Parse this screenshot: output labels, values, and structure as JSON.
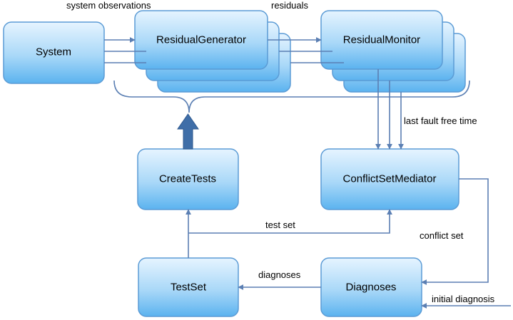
{
  "nodes": {
    "system": "System",
    "residual_generator": "ResidualGenerator",
    "residual_monitor": "ResidualMonitor",
    "create_tests": "CreateTests",
    "conflict_set_mediator": "ConflictSetMediator",
    "test_set": "TestSet",
    "diagnoses": "Diagnoses"
  },
  "edges": {
    "system_observations": "system observations",
    "residuals": "residuals",
    "last_fault_free_time": "last fault free time",
    "test_set": "test set",
    "conflict_set": "conflict set",
    "diagnoses": "diagnoses",
    "initial_diagnosis": "initial diagnosis"
  },
  "colors": {
    "box_top": "#e6f4ff",
    "box_bottom": "#5bb3ef",
    "box_border": "#5b9bd5",
    "line": "#5b7fb3",
    "big_arrow": "#3f6ea8"
  }
}
